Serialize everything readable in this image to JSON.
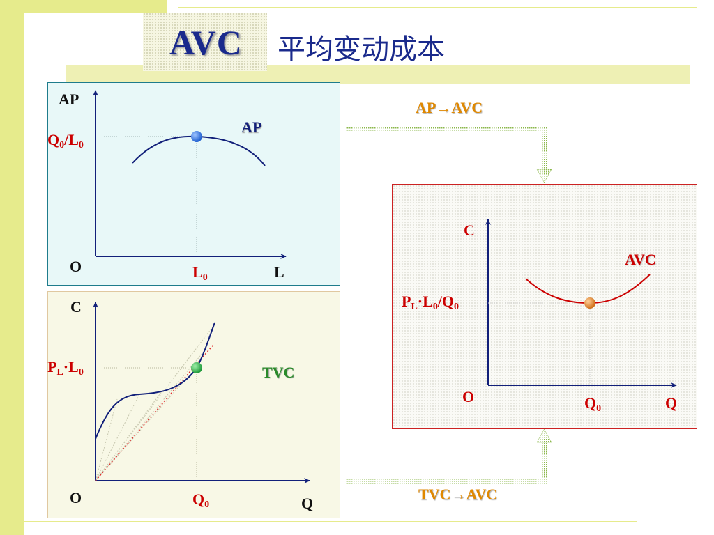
{
  "title": {
    "abbr": "AVC",
    "chinese": "平均变动成本"
  },
  "ap_graph": {
    "y_axis": "AP",
    "x_axis": "L",
    "origin": "O",
    "curve_label": "AP",
    "y_value": {
      "base1": "Q",
      "sub1": "0",
      "sep": "/L",
      "sub2": "0"
    },
    "x_value": {
      "base": "L",
      "sub": "0"
    }
  },
  "tvc_graph": {
    "y_axis": "C",
    "x_axis": "Q",
    "origin": "O",
    "curve_label": "TVC",
    "y_value": {
      "base1": "P",
      "sub1": "L",
      "sep": "·L",
      "sub2": "0"
    },
    "x_value": {
      "base": "Q",
      "sub": "0"
    }
  },
  "avc_graph": {
    "y_axis": "C",
    "x_axis": "Q",
    "origin": "O",
    "curve_label": "AVC",
    "y_value": {
      "base1": "P",
      "sub1": "L",
      "mid": "·L",
      "sub2": "0",
      "sep": "/Q",
      "sub3": "0"
    },
    "x_value": {
      "base": "Q",
      "sub": "0"
    }
  },
  "arrows": {
    "top": "AP→AVC",
    "bottom": "TVC→AVC"
  },
  "colors": {
    "title": "#1a2a8c",
    "axis": "#12207a",
    "highlight_label": "#cc0000",
    "ap_curve_label": "#12207a",
    "tvc_curve_label": "#2a8a2a",
    "avc_curve_label": "#cc0000",
    "arrow_label": "#e08800",
    "ap_point": "#1f5fd0",
    "tvc_point": "#1f9a3a",
    "avc_point": "#d0701a"
  }
}
